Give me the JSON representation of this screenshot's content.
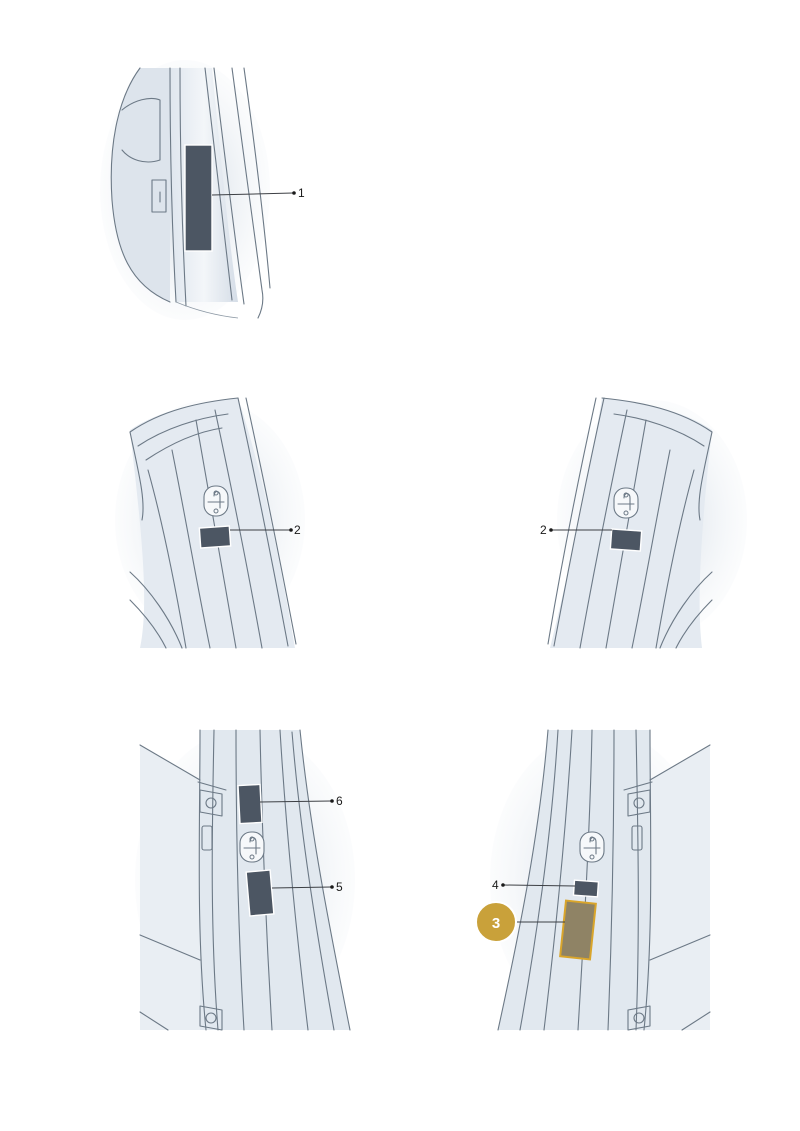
{
  "callouts": [
    {
      "id": "1",
      "label": "1"
    },
    {
      "id": "2a",
      "label": "2"
    },
    {
      "id": "2b",
      "label": "2"
    },
    {
      "id": "3",
      "label": "3"
    },
    {
      "id": "4",
      "label": "4"
    },
    {
      "id": "5",
      "label": "5"
    },
    {
      "id": "6",
      "label": "6"
    }
  ],
  "colors": {
    "panel_fill": "#e3e9f0",
    "panel_shade": "#cfd8e2",
    "label_dark": "#4c5663",
    "highlight_badge": "#c9a13a",
    "highlight_label": "#8f8365",
    "line_art": "#6c7986"
  }
}
